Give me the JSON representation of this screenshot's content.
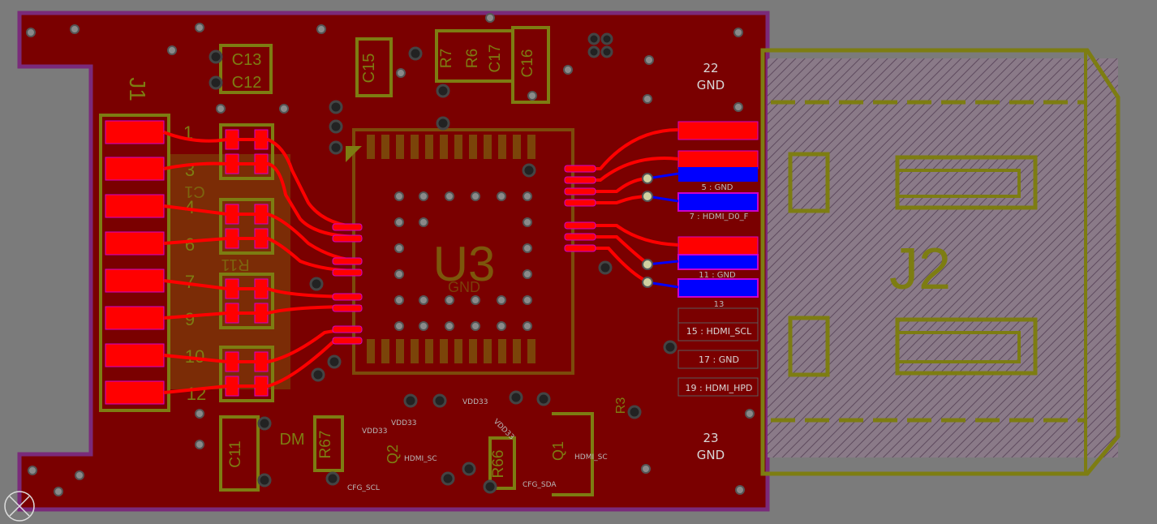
{
  "connectors": {
    "j1": {
      "refdes": "J1",
      "pin_labels": [
        "1",
        "3",
        "4",
        "6",
        "7",
        "9",
        "10",
        "12"
      ],
      "under_labels": [
        "C1",
        "R11"
      ]
    },
    "j2": {
      "refdes": "J2",
      "top_pin": {
        "number": "22",
        "name": "GND"
      },
      "bottom_pin": {
        "number": "23",
        "name": "GND"
      },
      "pin_labels": [
        "5 : GND",
        "7 : HDMI_D0_F",
        "11 : GND",
        "13",
        "15 : HDMI_SCL",
        "17 : GND",
        "19 : HDMI_HPD"
      ]
    }
  },
  "chip": {
    "refdes": "U3",
    "net": "GND"
  },
  "components": {
    "caps_top": [
      "C13",
      "C12",
      "C15",
      "C17",
      "C16"
    ],
    "resistors_top": [
      "R7",
      "R6"
    ],
    "bottom_left": [
      "C11",
      "R67",
      "DM"
    ],
    "bottom_mid": [
      "Q2",
      "R66",
      "Q1"
    ],
    "bottom_right": [
      "R3"
    ]
  },
  "net_labels": [
    "VDD33",
    "VDD33",
    "VDD33",
    "VDD33",
    "HDMI_SC",
    "CFG_SCL",
    "HDMI_SC",
    "CFG_SDA"
  ],
  "colors": {
    "board": "#7a0000",
    "top_copper": "#ff0000",
    "bottom_copper": "#0000ff",
    "silkscreen": "#7d7d12",
    "outline": "#7a2a7a",
    "background": "#7b7b7b"
  }
}
